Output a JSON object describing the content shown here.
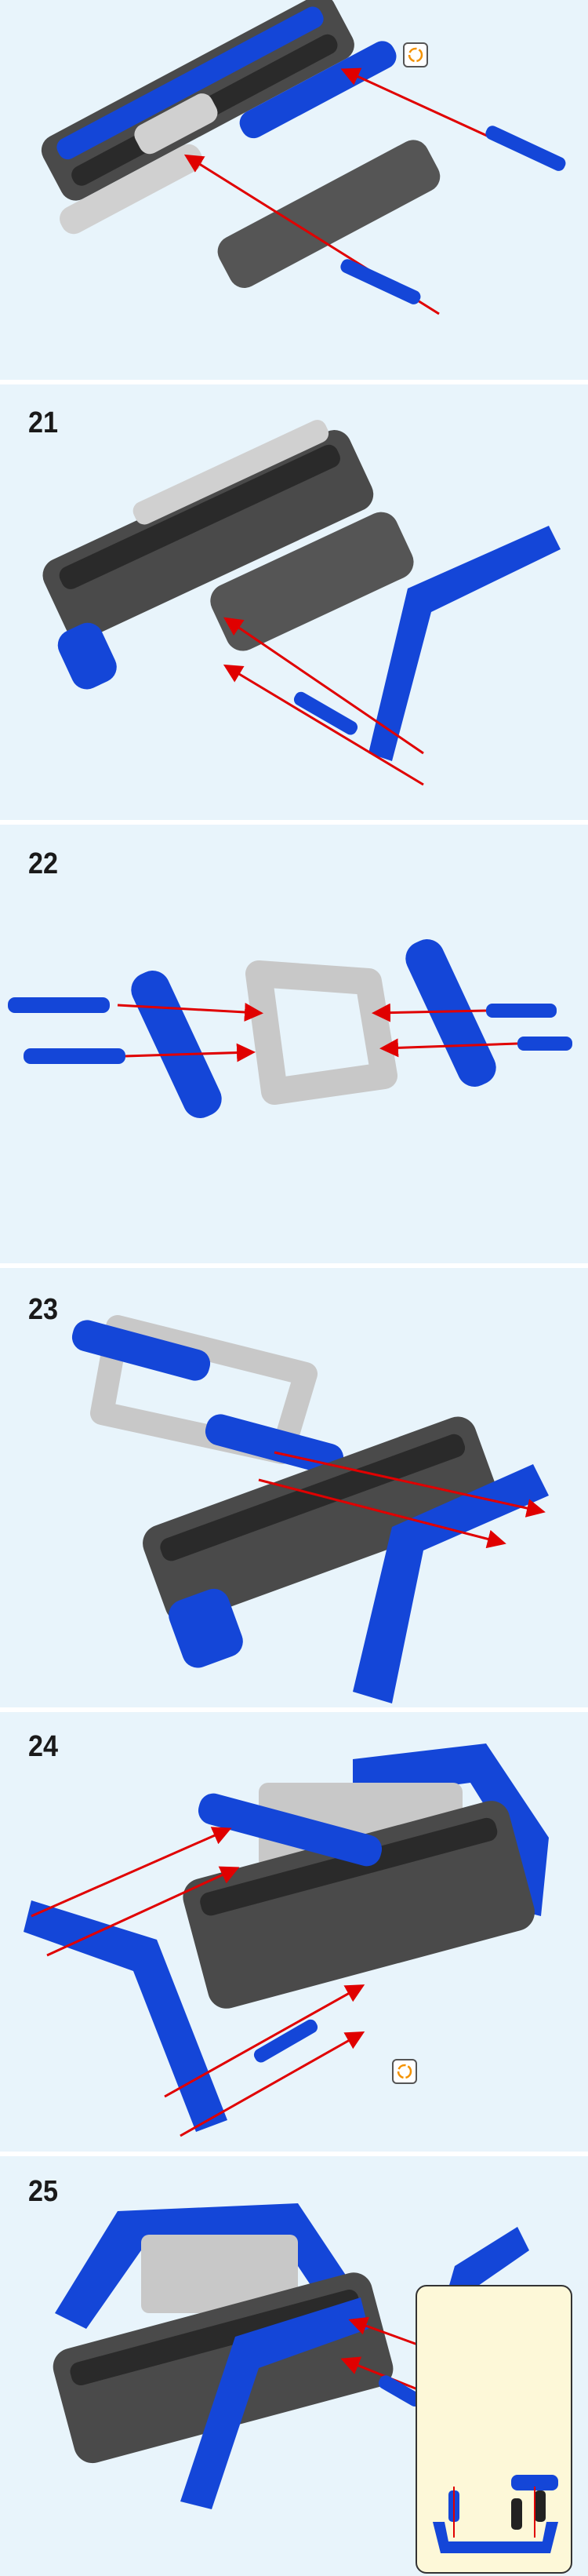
{
  "steps": [
    {
      "number": "21"
    },
    {
      "number": "22"
    },
    {
      "number": "23"
    },
    {
      "number": "24"
    },
    {
      "number": "25"
    }
  ],
  "icons": {
    "rotate": "rotate-model-icon"
  },
  "colors": {
    "background": "#e8f4fb",
    "blue": "#1446d8",
    "dark_gray": "#4a4a4a",
    "light_gray": "#c8c8c8",
    "arrow": "#e00000",
    "callout": "#fdf8d8"
  }
}
